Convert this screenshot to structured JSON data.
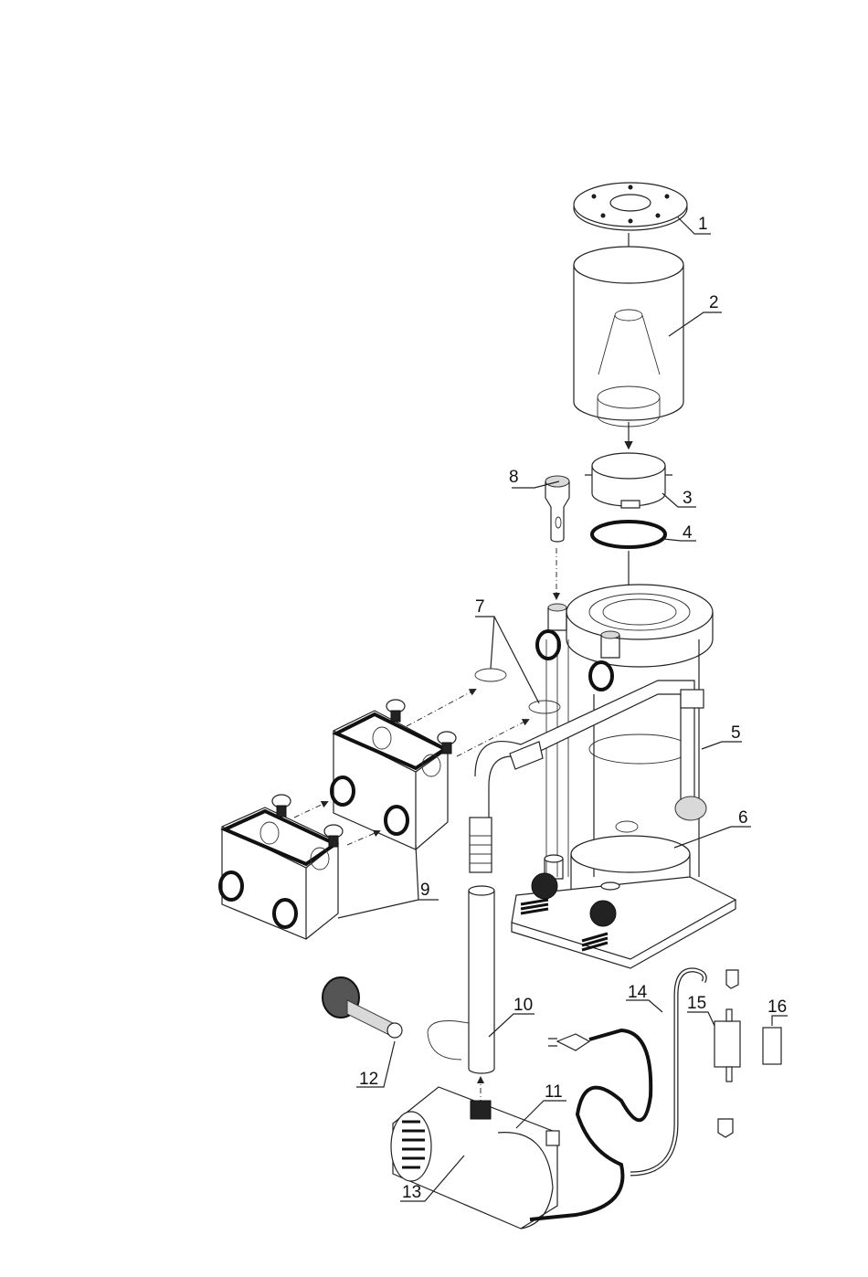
{
  "labels": {
    "p1": "1",
    "p2": "2",
    "p3": "3",
    "p4": "4",
    "p5": "5",
    "p6": "6",
    "p7": "7",
    "p8": "8",
    "p9": "9",
    "p10": "10",
    "p11": "11",
    "p12": "12",
    "p13": "13",
    "p14": "14",
    "p15": "15",
    "p16": "16"
  }
}
